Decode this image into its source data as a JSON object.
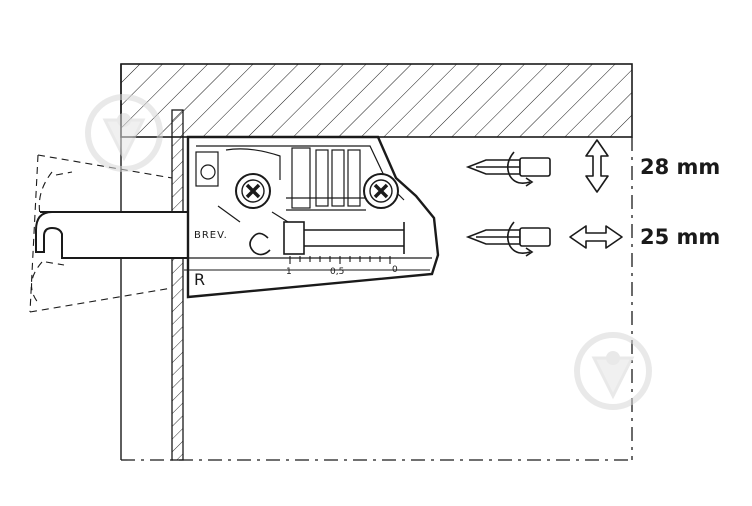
{
  "diagram": {
    "part_markings": {
      "brand_mark": "BREV.",
      "side_mark": "R",
      "scale_label_1": "1",
      "scale_label_2": "0,5",
      "scale_label_3": "0"
    },
    "adjustments": [
      {
        "direction": "vertical",
        "label": "28 mm"
      },
      {
        "direction": "horizontal",
        "label": "25 mm"
      }
    ],
    "colors": {
      "line": "#1a1a1a",
      "watermark": "#e2e2e2"
    }
  }
}
